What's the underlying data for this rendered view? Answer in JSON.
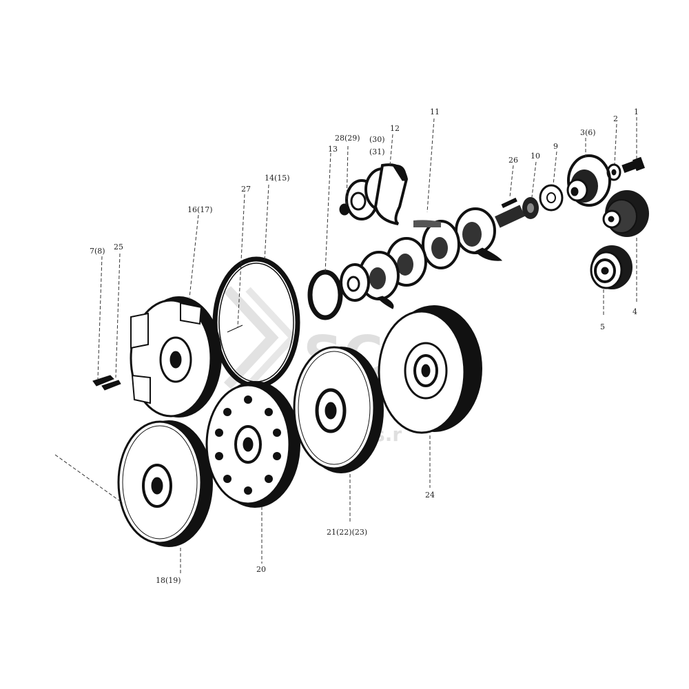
{
  "watermark": {
    "brand": "SCE",
    "site": "www.ecs.r"
  },
  "labels": {
    "p1": "1",
    "p2": "2",
    "p3_6": "3(6)",
    "p4": "4",
    "p4b": "4",
    "p5": "5",
    "p7_8": "7(8)",
    "p9": "9",
    "p10": "10",
    "p11": "11",
    "p12": "12",
    "p13": "13",
    "p14_15": "14(15)",
    "p16_17": "16(17)",
    "p18_19": "18(19)",
    "p20": "20",
    "p21_23": "21(22)(23)",
    "p24": "24",
    "p25": "25",
    "p26": "26",
    "p27": "27",
    "p28_29": "28(29)",
    "p30": "(30)",
    "p31": "(31)"
  }
}
